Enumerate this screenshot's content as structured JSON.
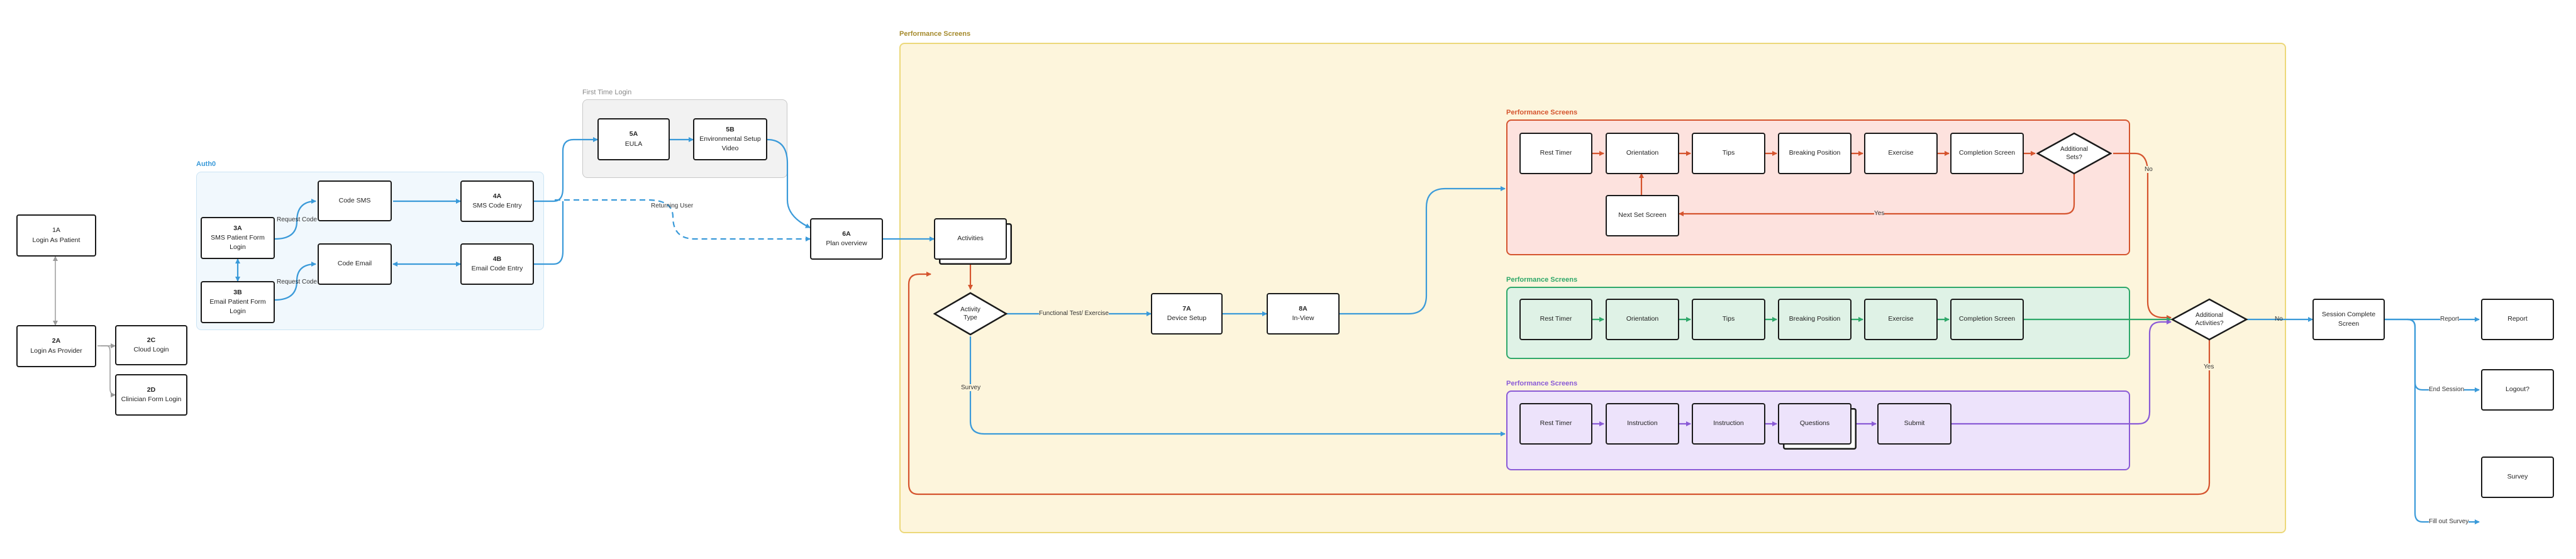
{
  "groups": {
    "perf_outer": "Performance Screens",
    "first_login": "First Time Login",
    "auth0": "Auth0",
    "perf_red": "Performance Screens",
    "perf_green": "Performance Screens",
    "perf_purple": "Performance Screens"
  },
  "nodes": {
    "n1a": {
      "id": "1A",
      "text": "Login As Patient"
    },
    "n2a": {
      "id": "2A",
      "text": "Login As Provider"
    },
    "n2c": {
      "id": "2C",
      "text": "Cloud Login"
    },
    "n2d": {
      "id": "2D",
      "text": "Clinician Form Login"
    },
    "n3a": {
      "id": "3A",
      "text": "SMS Patient Form Login"
    },
    "n3b": {
      "id": "3B",
      "text": "Email Patient Form Login"
    },
    "code_sms": {
      "text": "Code SMS"
    },
    "code_email": {
      "text": "Code Email"
    },
    "n4a": {
      "id": "4A",
      "text": "SMS Code Entry"
    },
    "n4b": {
      "id": "4B",
      "text": "Email Code Entry"
    },
    "n5a": {
      "id": "5A",
      "text": "EULA"
    },
    "n5b": {
      "id": "5B",
      "text": "Environmental Setup Video"
    },
    "n6a": {
      "id": "6A",
      "text": "Plan overview"
    },
    "activities": {
      "text": "Activities"
    },
    "activity_type": {
      "text": "Activity Type"
    },
    "n7a": {
      "id": "7A",
      "text": "Device Setup"
    },
    "n8a": {
      "id": "8A",
      "text": "In-View"
    },
    "r_rest": {
      "text": "Rest Timer"
    },
    "r_orient": {
      "text": "Orientation"
    },
    "r_tips": {
      "text": "Tips"
    },
    "r_break": {
      "text": "Breaking Position"
    },
    "r_ex": {
      "text": "Exercise"
    },
    "r_comp": {
      "text": "Completion Screen"
    },
    "r_sets": {
      "text": "Additional Sets?"
    },
    "r_next": {
      "text": "Next Set Screen"
    },
    "g_rest": {
      "text": "Rest Timer"
    },
    "g_orient": {
      "text": "Orientation"
    },
    "g_tips": {
      "text": "Tips"
    },
    "g_break": {
      "text": "Breaking Position"
    },
    "g_ex": {
      "text": "Exercise"
    },
    "g_comp": {
      "text": "Completion Screen"
    },
    "p_rest": {
      "text": "Rest Timer"
    },
    "p_inst1": {
      "text": "Instruction"
    },
    "p_inst2": {
      "text": "Instruction"
    },
    "p_quest": {
      "text": "Questions"
    },
    "p_submit": {
      "text": "Submit"
    },
    "add_act": {
      "text": "Additional Activities?"
    },
    "session": {
      "text": "Session Complete Screen"
    },
    "report": {
      "text": "Report"
    },
    "logout": {
      "text": "Logout?"
    },
    "survey_box": {
      "text": "Survey"
    }
  },
  "edge_labels": {
    "req1": "Request Code",
    "req2": "Request Code",
    "returning": "Returning User",
    "functional": "Functional Test/ Exercise",
    "survey": "Survey",
    "no1": "No",
    "yes1": "Yes",
    "yes2": "Yes",
    "no2": "No",
    "report": "Report",
    "end": "End Session",
    "fill": "Fill out Survey"
  },
  "colors": {
    "blue": "#3a9ad9",
    "red": "#d5542e",
    "green": "#2fa86a",
    "purple": "#8a5ad6",
    "gray": "#9a9a9a",
    "outer_bg": "#fdf5dc",
    "outer_border": "#ecd87a",
    "red_bg": "#fde2de",
    "green_bg": "#dff2e6",
    "purple_bg": "#ede3fb",
    "auth_bg": "#f1f8fd",
    "login_bg": "#f2f2f2"
  }
}
